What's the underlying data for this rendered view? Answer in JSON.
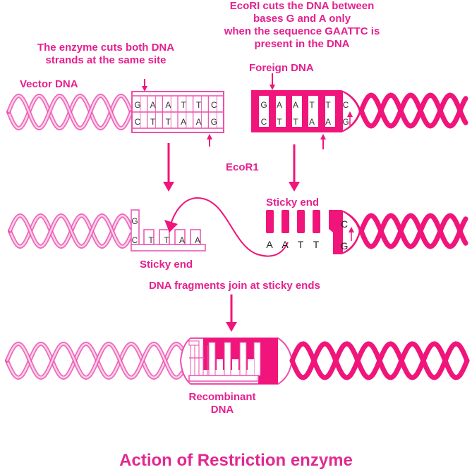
{
  "colors": {
    "vector_strand": "#ec4fae",
    "foreign_strand": "#f0157a",
    "label": "#e5208f",
    "base_letter": "#333333"
  },
  "labels": {
    "enzyme_note": [
      "The enzyme cuts both DNA",
      "strands at the same site"
    ],
    "ecori_note": [
      "EcoRI cuts the DNA between",
      "bases G and A only",
      "when the sequence GAATTC is",
      "present in the DNA"
    ],
    "vector_dna": "Vector DNA",
    "foreign_dna": "Foreign DNA",
    "enzyme_name": "EcoR1",
    "sticky_end_left": "Sticky end",
    "sticky_end_right": "Sticky end",
    "join_note": "DNA fragments join at sticky ends",
    "recombinant": [
      "Recombinant",
      "DNA"
    ],
    "title": "Action of Restriction enzyme"
  },
  "sequences": {
    "vector_top": [
      "G",
      "A",
      "A",
      "T",
      "T",
      "C"
    ],
    "vector_bottom": [
      "C",
      "T",
      "T",
      "A",
      "A",
      "G"
    ],
    "foreign_top": [
      "G",
      "A",
      "A",
      "T",
      "T",
      "C"
    ],
    "foreign_bottom": [
      "C",
      "T",
      "T",
      "A",
      "A",
      "G"
    ],
    "vector_sticky_top": [
      "G"
    ],
    "vector_sticky_bottom": [
      "C",
      "T",
      "T",
      "A",
      "A"
    ],
    "foreign_sticky_bottom": [
      "A",
      "A",
      "T",
      "T"
    ],
    "foreign_sticky_right": [
      "C",
      "G"
    ]
  }
}
